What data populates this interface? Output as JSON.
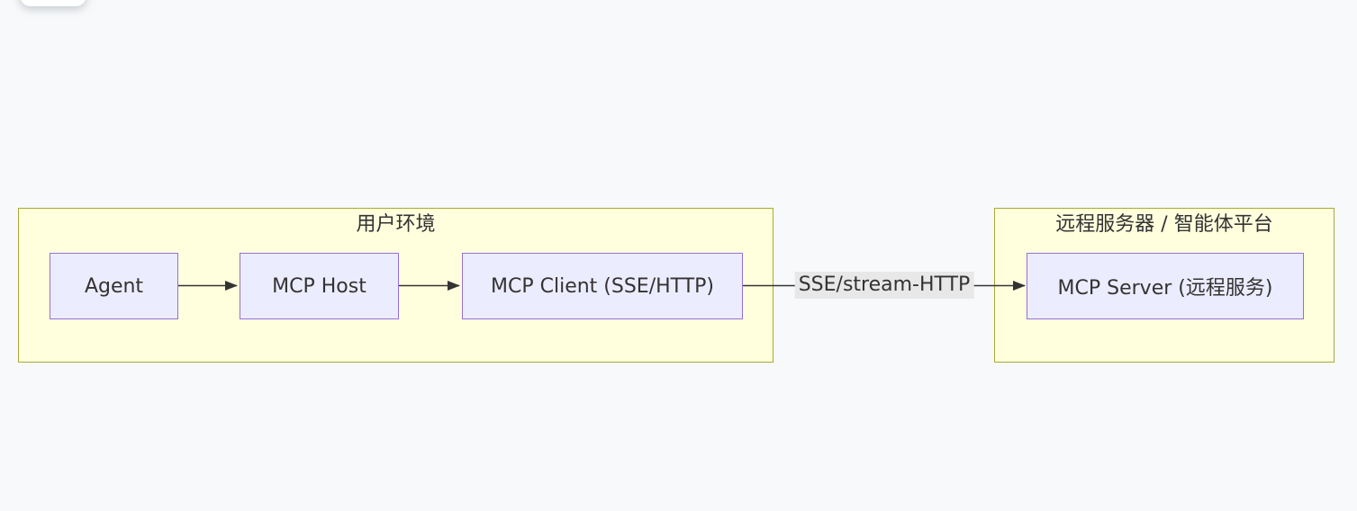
{
  "diagram": {
    "type": "flowchart-lr",
    "clusters": [
      {
        "id": "user-environment",
        "title": "用户环境",
        "nodes": [
          "agent",
          "mcp-host",
          "mcp-client"
        ]
      },
      {
        "id": "remote-server-platform",
        "title": "远程服务器 / 智能体平台",
        "nodes": [
          "mcp-server"
        ]
      }
    ],
    "nodes": [
      {
        "id": "agent",
        "label": "Agent"
      },
      {
        "id": "mcp-host",
        "label": "MCP Host"
      },
      {
        "id": "mcp-client",
        "label": "MCP Client (SSE/HTTP)"
      },
      {
        "id": "mcp-server",
        "label": "MCP Server (远程服务)"
      }
    ],
    "edges": [
      {
        "from": "agent",
        "to": "mcp-host",
        "label": ""
      },
      {
        "from": "mcp-host",
        "to": "mcp-client",
        "label": ""
      },
      {
        "from": "mcp-client",
        "to": "mcp-server",
        "label": "SSE/stream-HTTP"
      }
    ],
    "colors": {
      "page_bg": "#f8f9fa",
      "node_fill": "#ececff",
      "node_border": "#9370db",
      "cluster_fill": "#ffffde",
      "cluster_border": "#aaaa33",
      "edge_stroke": "#333333",
      "edge_label_bg": "#e8e8e8",
      "text": "#333333"
    }
  }
}
